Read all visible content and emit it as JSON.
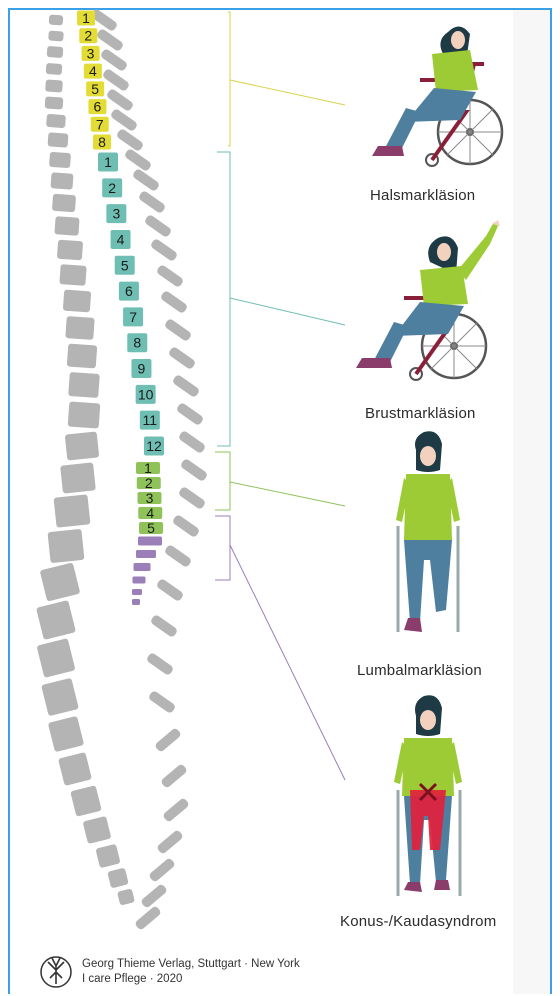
{
  "segments": {
    "cervical": [
      "1",
      "2",
      "3",
      "4",
      "5",
      "6",
      "7",
      "8"
    ],
    "thoracic": [
      "1",
      "2",
      "3",
      "4",
      "5",
      "6",
      "7",
      "8",
      "9",
      "10",
      "11",
      "12"
    ],
    "lumbar": [
      "1",
      "2",
      "3",
      "4",
      "5"
    ]
  },
  "colors": {
    "cervical": "#e2dc35",
    "thoracic": "#6fbeb3",
    "lumbar": "#8fc35a",
    "sacral": "#9a7fb8",
    "bone": "#b4b4b4",
    "shirt": "#9ccb35",
    "jeans": "#4f7f9f",
    "wheelchair": "#8a1f3a",
    "highlight": "#e2203c"
  },
  "labels": {
    "cervical": "Halsmarkläsion",
    "thoracic": "Brustmarkläsion",
    "lumbar": "Lumbalmarkläsion",
    "conus": "Konus-/Kaudasyndrom"
  },
  "credit": {
    "line1": "Georg Thieme Verlag, Stuttgart · New York",
    "line2": "I care Pflege · 2020"
  }
}
